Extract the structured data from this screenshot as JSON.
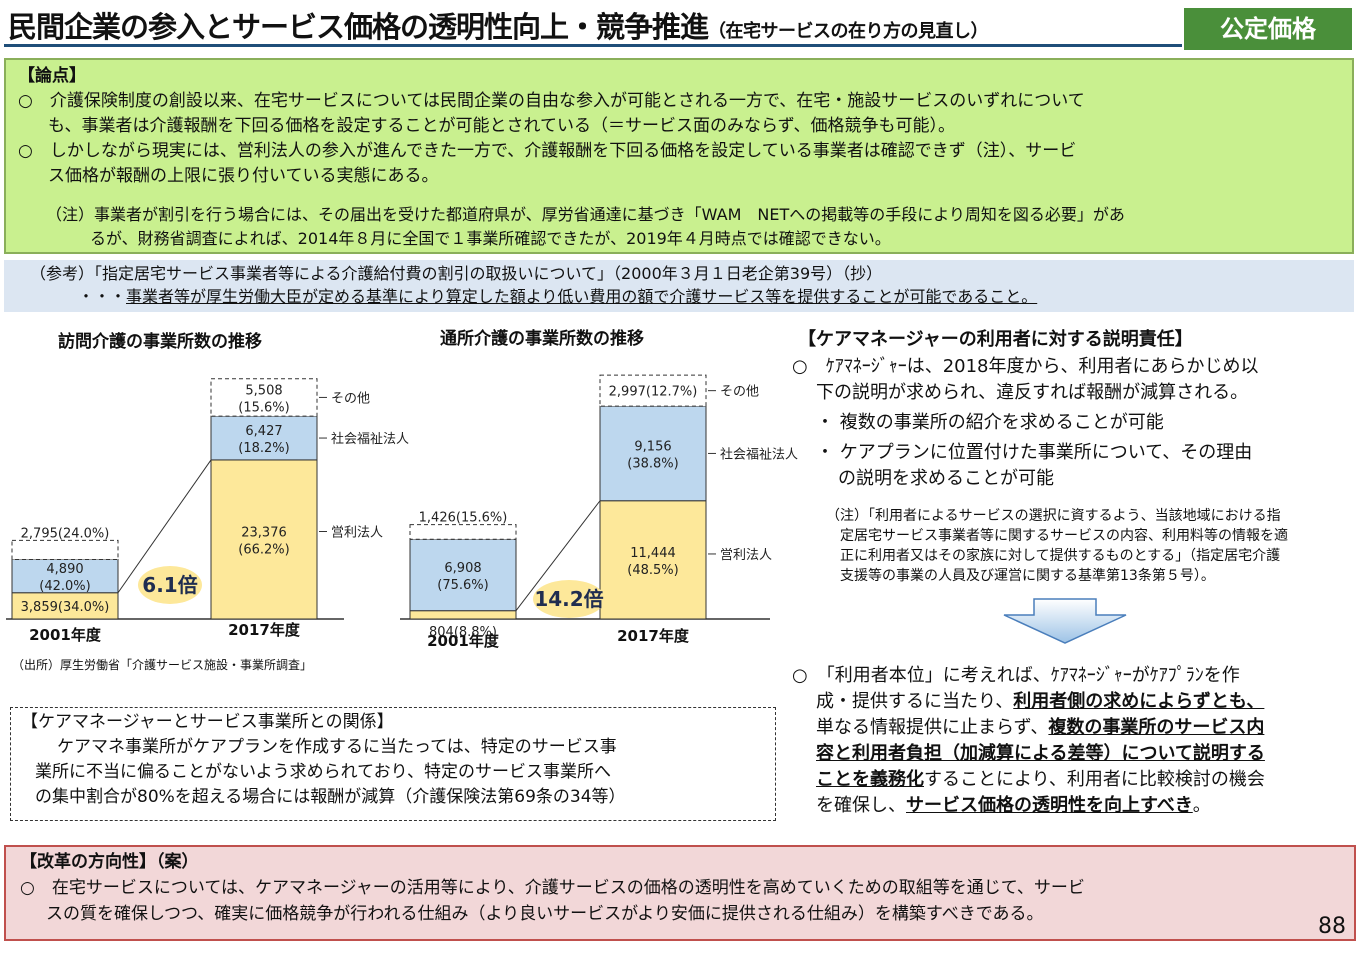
{
  "header": {
    "title_main": "民間企業の参入とサービス価格の透明性向上・競争推進",
    "title_sub": "（在宅サービスの在り方の見直し）",
    "badge": "公定価格"
  },
  "ronten": {
    "heading": "【論点】",
    "p1_l1": "○　介護保険制度の創設以来、在宅サービスについては民間企業の自由な参入が可能とされる一方で、在宅・施設サービスのいずれについて",
    "p1_l2": "も、事業者は介護報酬を下回る価格を設定することが可能とされている（＝サービス面のみならず、価格競争も可能）。",
    "p2_l1": "○　しかしながら現実には、営利法人の参入が進んできた一方で、介護報酬を下回る価格を設定している事業者は確認できず（注）、サービ",
    "p2_l2": "ス価格が報酬の上限に張り付いている実態にある。",
    "note_l1": "（注）事業者が割引を行う場合には、その届出を受けた都道府県が、厚労省通達に基づき「WAM　NETへの掲載等の手段により周知を図る必要」があ",
    "note_l2": "るが、財務省調査によれば、2014年８月に全国で１事業所確認できたが、2019年４月時点では確認できない。"
  },
  "reference": {
    "line1": "（参考）「指定居宅サービス事業者等による介護給付費の割引の取扱いについて」（2000年３月１日老企第39号）（抄）",
    "line2_prefix": "・・・",
    "line2_underlined": "事業者等が厚生労働大臣が定める基準により算定した額より低い費用の額で介護サービス等を提供することが可能であること。"
  },
  "chart_data": [
    {
      "type": "bar",
      "title": "訪問介護の事業所数の推移",
      "categories": [
        "2001年度",
        "2017年度"
      ],
      "series": [
        {
          "name": "営利法人",
          "values": [
            3859,
            23376
          ],
          "labels": [
            "3,859(34.0%)",
            "23,376\n(66.2%)"
          ]
        },
        {
          "name": "社会福祉法人",
          "values": [
            4890,
            6427
          ],
          "labels": [
            "4,890\n(42.0%)",
            "6,427\n(18.2%)"
          ]
        },
        {
          "name": "その他",
          "values": [
            2795,
            5508
          ],
          "labels": [
            "2,795(24.0%)",
            "5,508\n(15.6%)"
          ]
        }
      ],
      "multiplier": "6.1倍",
      "ylim": [
        0,
        36000
      ]
    },
    {
      "type": "bar",
      "title": "通所介護の事業所数の推移",
      "categories": [
        "2001年度",
        "2017年度"
      ],
      "series": [
        {
          "name": "営利法人",
          "values": [
            804,
            11444
          ],
          "labels": [
            "804(8.8%)",
            "11,444\n(48.5%)"
          ]
        },
        {
          "name": "社会福祉法人",
          "values": [
            6908,
            9156
          ],
          "labels": [
            "6,908\n(75.6%)",
            "9,156\n(38.8%)"
          ]
        },
        {
          "name": "その他",
          "values": [
            1426,
            2997
          ],
          "labels": [
            "1,426(15.6%)",
            "2,997(12.7%)"
          ]
        }
      ],
      "multiplier": "14.2倍",
      "ylim": [
        0,
        24000
      ]
    }
  ],
  "source": "（出所）厚生労働省「介護サービス施設・事業所調査」",
  "relation": {
    "heading": "【ケアマネージャーとサービス事業所との関係】",
    "l1": "ケアマネ事業所がケアプランを作成するに当たっては、特定のサービス事",
    "l2": "業所に不当に偏ることがないよう求められており、特定のサービス事業所へ",
    "l3": "の集中割合が80%を超える場合には報酬が減算（介護保険法第69条の34等）"
  },
  "responsibility": {
    "heading": "【ケアマネージャーの利用者に対する説明責任】",
    "p_l1": "○　ｹｱﾏﾈｰｼﾞｬｰは、2018年度から、利用者にあらかじめ以",
    "p_l2": "下の説明が求められ、違反すれば報酬が減算される。",
    "b1": "・ 複数の事業所の紹介を求めることが可能",
    "b2_l1": "・ ケアプランに位置付けた事業所について、その理由",
    "b2_l2": "の説明を求めることが可能",
    "note_l1": "（注）「利用者によるサービスの選択に資するよう、当該地域における指",
    "note_l2": "定居宅サービス事業者等に関するサービスの内容、利用料等の情報を適",
    "note_l3": "正に利用者又はその家族に対して提供するものとする」（指定居宅介護",
    "note_l4": "支援等の事業の人員及び運営に関する基準第13条第５号）。"
  },
  "conclusion": {
    "l1": "○　「利用者本位」に考えれば、ｹｱﾏﾈｰｼﾞｬｰがｹｱﾌﾟﾗﾝを作",
    "l2a": "成・提供するに当たり、",
    "l2b": "利用者側の求めによらずとも、",
    "l3a": "単なる情報提供に止まらず、",
    "l3b": "複数の事業所のサービス内",
    "l4": "容と利用者負担（加減算による差等）について説明する",
    "l5a": "ことを義務化",
    "l5b": "することにより、利用者に比較検討の機会",
    "l6a": "を確保し、",
    "l6b": "サービス価格の透明性を向上すべき",
    "l6c": "。"
  },
  "reform": {
    "heading": "【改革の方向性】（案）",
    "l1": "○　在宅サービスについては、ケアマネージャーの活用等により、介護サービスの価格の透明性を高めていくための取組等を通じて、サービ",
    "l2": "スの質を確保しつつ、確実に価格競争が行われる仕組み（より良いサービスがより安価に提供される仕組み）を構築すべきである。"
  },
  "page_number": "88",
  "colors": {
    "for_profit": "#fde89a",
    "social_welfare": "#bdd7ee",
    "other": "#ffffff",
    "multiplier_circle": "#fde89a"
  }
}
